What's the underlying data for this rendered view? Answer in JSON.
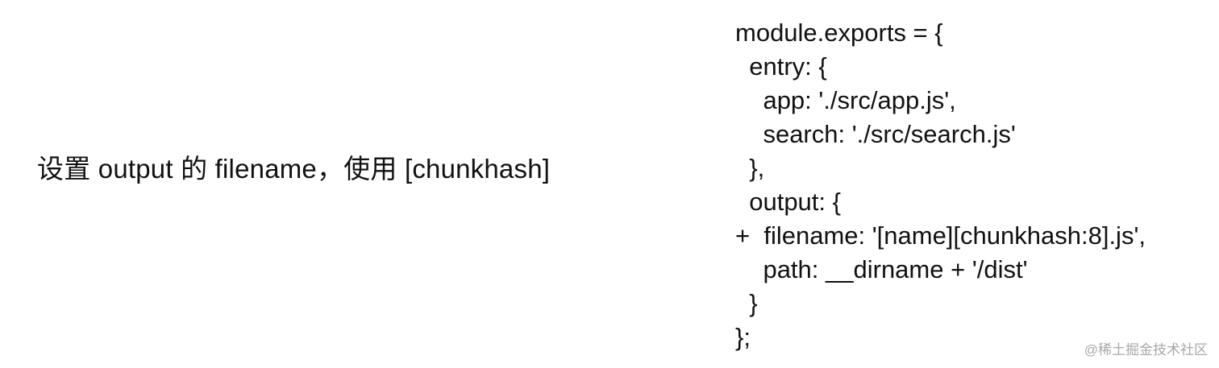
{
  "caption": "设置 output 的 filename，使用 [chunkhash]",
  "code_lines": [
    "module.exports = {",
    "  entry: {",
    "    app: './src/app.js',",
    "    search: './src/search.js'",
    "  },",
    "  output: {",
    "+  filename: '[name][chunkhash:8].js',",
    "    path: __dirname + '/dist'",
    "  }",
    "};"
  ],
  "watermark": "@稀土掘金技术社区"
}
